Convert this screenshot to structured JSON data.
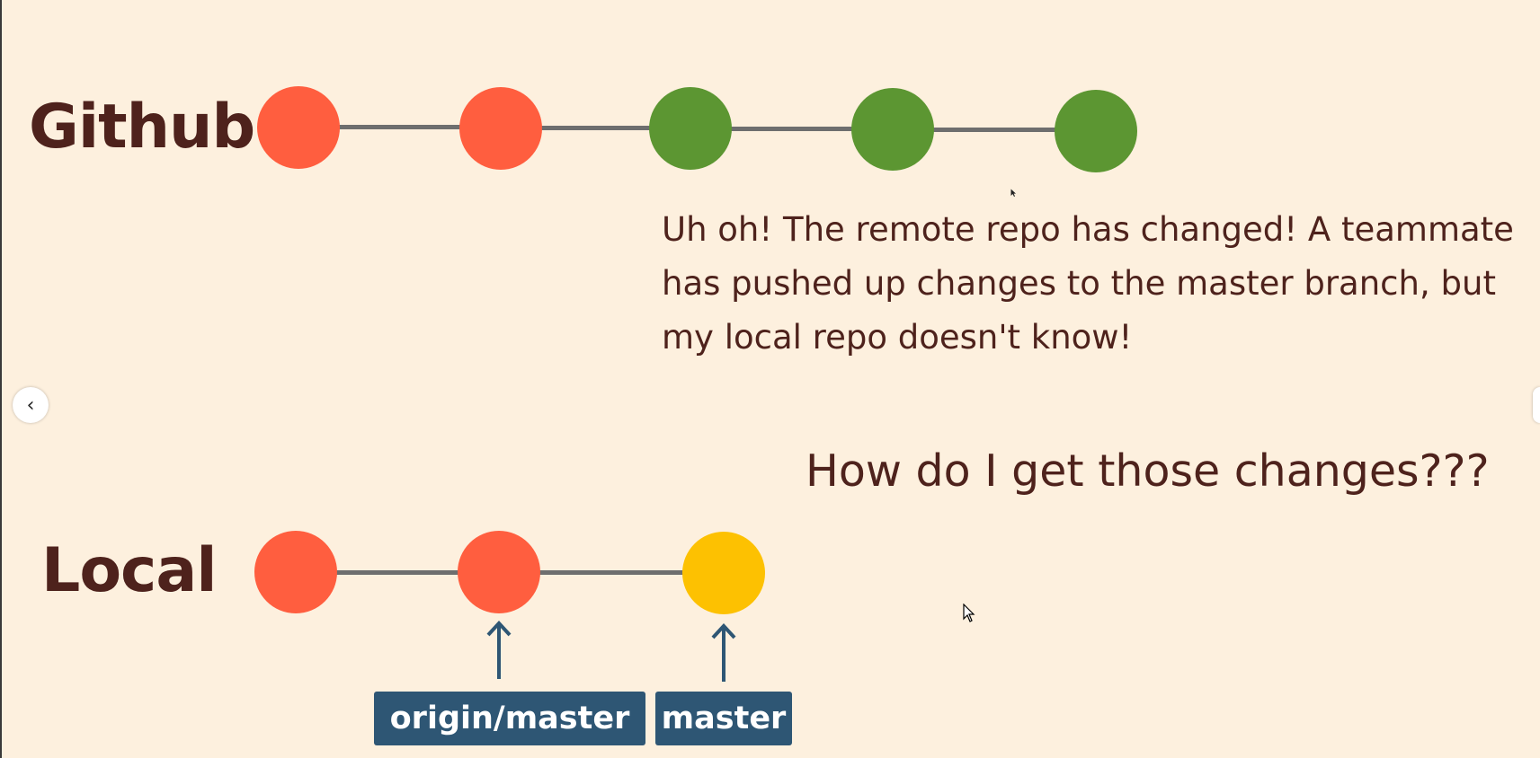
{
  "remote": {
    "label": "Github",
    "commits": [
      {
        "color": "#ff5e3f"
      },
      {
        "color": "#ff5e3f"
      },
      {
        "color": "#5c9632"
      },
      {
        "color": "#5c9632"
      },
      {
        "color": "#5c9632"
      }
    ]
  },
  "local": {
    "label": "Local",
    "commits": [
      {
        "color": "#ff5e3f"
      },
      {
        "color": "#ff5e3f"
      },
      {
        "color": "#fdc101"
      }
    ],
    "branches": {
      "origin_master": "origin/master",
      "master": "master"
    }
  },
  "notes": {
    "remote_changed": "Uh oh! The remote repo has changed! A teammate has pushed up changes to the master branch, but my local repo doesn't know!",
    "question": "How do I get those changes???"
  },
  "nav": {
    "prev_icon": "‹"
  },
  "colors": {
    "background": "#fdf0de",
    "text": "#4e221c",
    "line": "#6e6e6e",
    "tag": "#2e5674"
  }
}
